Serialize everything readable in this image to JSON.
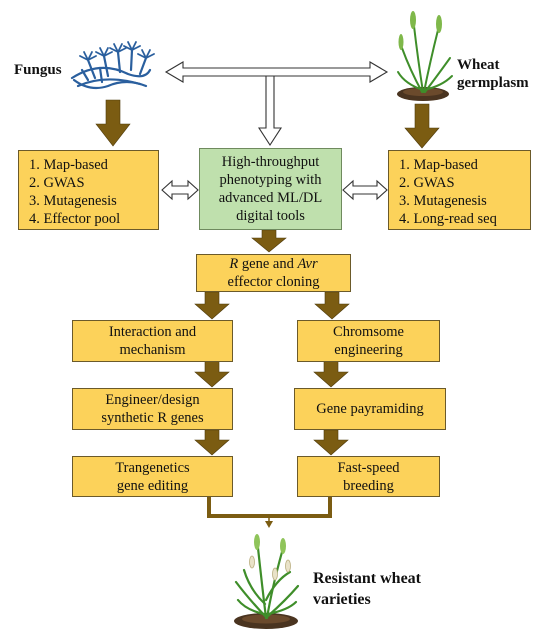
{
  "labels": {
    "fungus": "Fungus",
    "wheat_germplasm": [
      "Wheat",
      "germplasm"
    ],
    "resistant": [
      "Resistant wheat",
      "varieties"
    ]
  },
  "boxes": {
    "fungus_methods": [
      "1. Map-based",
      "2. GWAS",
      "3. Mutagenesis",
      "4. Effector pool"
    ],
    "phenotyping": [
      "High-throughput",
      "phenotyping with",
      "advanced ML/DL",
      "digital tools"
    ],
    "wheat_methods": [
      "1. Map-based",
      "2. GWAS",
      "3. Mutagenesis",
      "4. Long-read seq"
    ],
    "cloning": {
      "line1": {
        "r_italic": "R",
        "rest": " gene and ",
        "avr_italic": "Avr"
      },
      "line2": "effector cloning"
    },
    "interaction": [
      "Interaction and",
      "mechanism"
    ],
    "chromosome": [
      "Chromsome",
      "engineering"
    ],
    "engineer": [
      "Engineer/design",
      "synthetic R genes"
    ],
    "pyramiding": [
      "Gene payramiding"
    ],
    "transgenetics": [
      "Trangenetics",
      "gene editing"
    ],
    "fastspeed": [
      "Fast-speed",
      "breeding"
    ]
  },
  "colors": {
    "box_fill": "#fcd25a",
    "green_fill": "#bfe0ad",
    "arrow_brown": "#7b5c12",
    "fungus_blue": "#2a5f9e",
    "plant_green": "#3f8e2a"
  },
  "icons": [
    "fungus-icon",
    "wheat-plant-icon",
    "wheat-seedling-icon"
  ]
}
